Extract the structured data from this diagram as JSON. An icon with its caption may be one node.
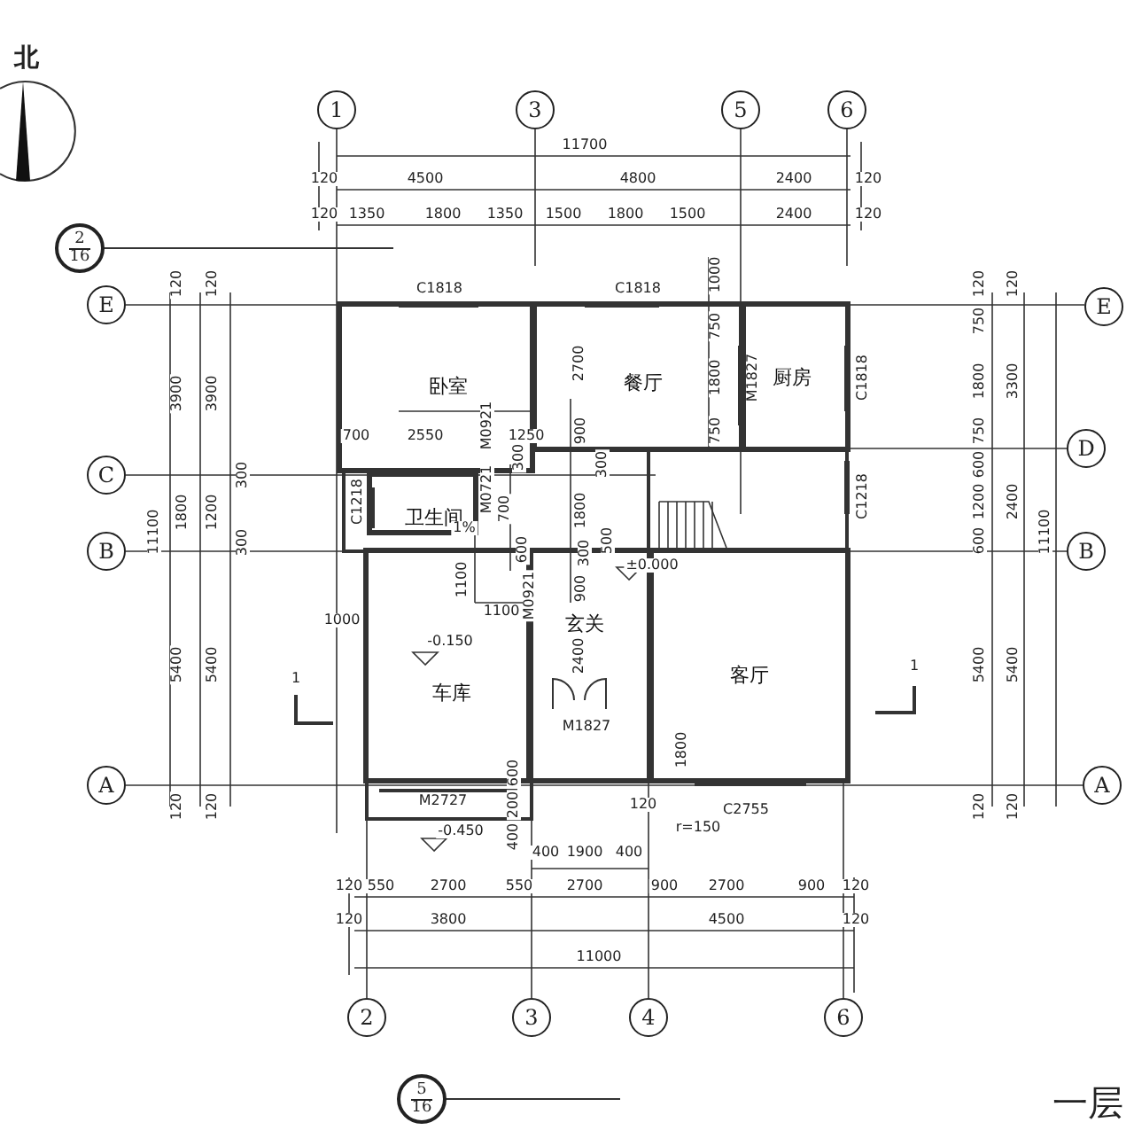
{
  "diagram": {
    "nodes": [
      {
        "text": [
          "1"
        ]
      },
      {
        "text": [
          "3"
        ]
      },
      {
        "text": [
          "5"
        ]
      },
      {
        "text": [
          "6"
        ]
      },
      {
        "text": [
          "2",
          "16"
        ]
      },
      {
        "text": [
          "E"
        ]
      },
      {
        "text": [
          "E"
        ]
      },
      {
        "text": [
          "卧室"
        ]
      },
      {
        "text": [
          "餐厅"
        ]
      },
      {
        "text": [
          "厨房"
        ]
      },
      {
        "text": [
          "D"
        ]
      },
      {
        "text": [
          "C"
        ]
      },
      {
        "text": [
          "卫生间"
        ]
      },
      {
        "text": [
          "B"
        ]
      },
      {
        "text": [
          "B"
        ]
      },
      {
        "text": [
          "玄关"
        ]
      },
      {
        "text": [
          "车库"
        ]
      },
      {
        "text": [
          "客厅"
        ]
      },
      {
        "text": [
          "A"
        ]
      },
      {
        "text": [
          "A"
        ]
      },
      {
        "text": [
          "2"
        ]
      },
      {
        "text": [
          "3"
        ]
      },
      {
        "text": [
          "4"
        ]
      },
      {
        "text": [
          "6"
        ]
      },
      {
        "text": [
          "5",
          "16"
        ]
      }
    ],
    "labels": [
      "北",
      "11700",
      "120",
      "4500",
      "4800",
      "2400",
      "120",
      "120",
      "1350",
      "1800",
      "1350",
      "1500",
      "1800",
      "1500",
      "2400",
      "120",
      "120",
      "120",
      "1000",
      "C1818",
      "C1818",
      "120",
      "120",
      "750",
      "750",
      "3900",
      "3900",
      "2700",
      "1800",
      "M1827",
      "C1818",
      "1800",
      "3300",
      "700",
      "2550",
      "M0921",
      "1250",
      "900",
      "750",
      "750",
      "300",
      "300",
      "300",
      "600",
      "1800",
      "1200",
      "C1218",
      "M0721",
      "700",
      "1800",
      "C1218",
      "1200",
      "2400",
      "11100",
      "1%",
      "11100",
      "300",
      "600",
      "300",
      "500",
      "600",
      "±0.000",
      "900",
      "1100",
      "M0921",
      "1100",
      "1000",
      "-0.150",
      "2400",
      "1",
      "1",
      "5400",
      "5400",
      "5400",
      "5400",
      "M1827",
      "1800",
      "600",
      "120",
      "120",
      "M2727",
      "200",
      "120",
      "C2755",
      "120",
      "120",
      "-0.450",
      "400",
      "r=150",
      "400",
      "1900",
      "400",
      "120",
      "550",
      "2700",
      "550",
      "2700",
      "900",
      "2700",
      "900",
      "120",
      "120",
      "3800",
      "4500",
      "120",
      "11000",
      "一层"
    ]
  }
}
